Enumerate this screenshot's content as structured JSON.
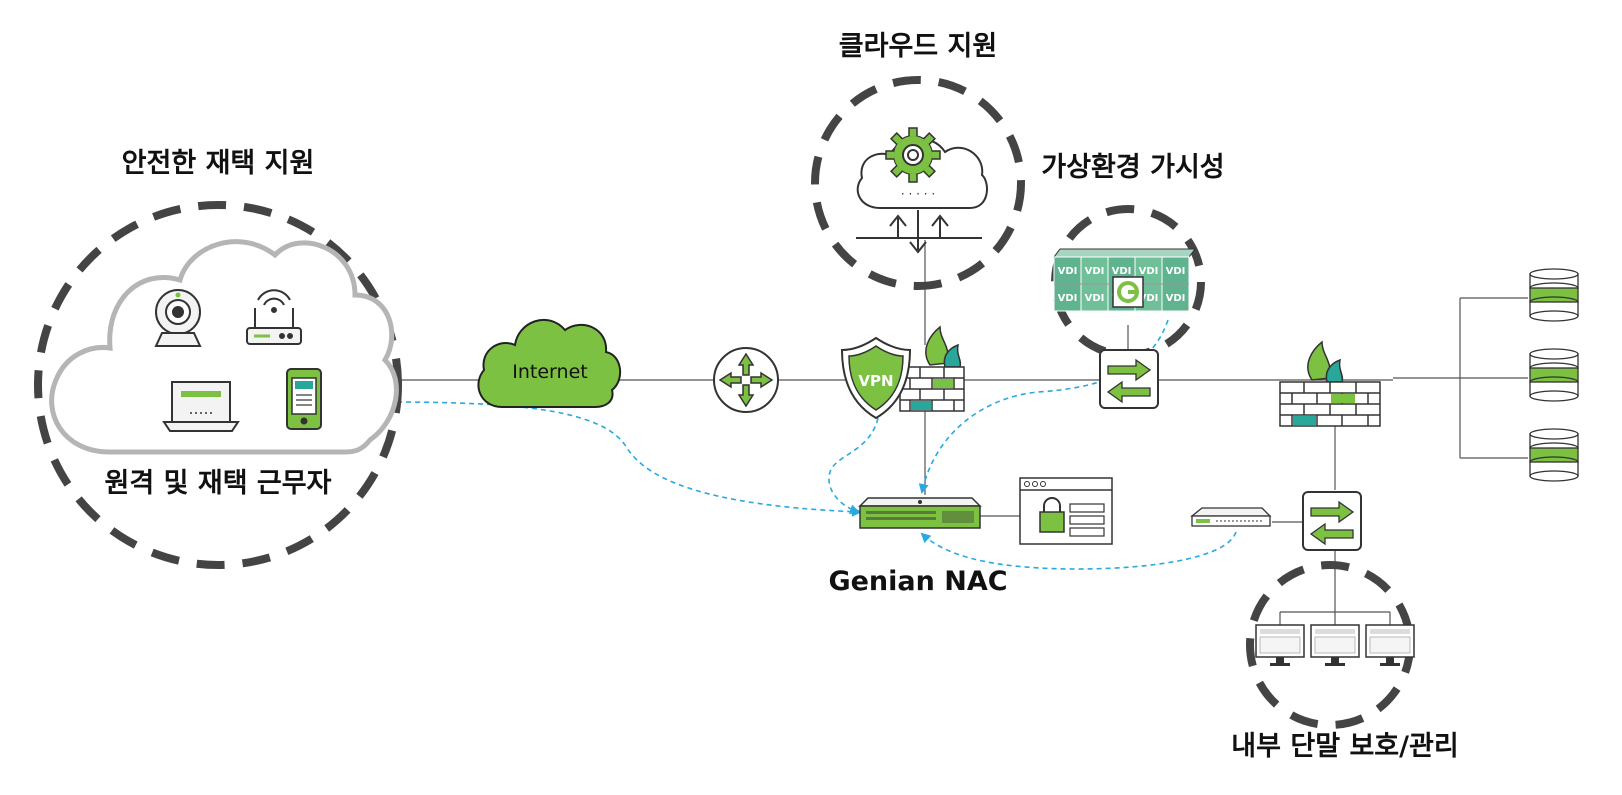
{
  "labels": {
    "secure_remote_work": "안전한 재택 지원",
    "remote_workers": "원격 및 재택 근무자",
    "cloud_support": "클라우드 지원",
    "virtual_visibility": "가상환경 가시성",
    "internal_endpoint": "내부 단말 보호/관리",
    "genian_nac": "Genian NAC",
    "internet": "Internet",
    "vpn": "VPN",
    "vdi": "VDI",
    "cloud_dots": "· · · · ·"
  },
  "colors": {
    "green": "#7cc142",
    "dark_green": "#3c8c2c",
    "teal": "#2aa79b",
    "vdi_green": "#5fb38e",
    "vdi_light": "#a6d6c1",
    "flow_blue": "#29a9e0",
    "outline": "#333333",
    "dashed_ring": "#444444"
  },
  "icons": [
    "webcam-icon",
    "wifi-router-icon",
    "laptop-icon",
    "smartphone-icon",
    "router-icon",
    "vpn-shield-icon",
    "firewall-icon",
    "switch-icon",
    "server-appliance-icon",
    "security-policy-window-icon",
    "database-icon",
    "desktop-monitor-icon",
    "gear-icon",
    "cloud-icon"
  ]
}
